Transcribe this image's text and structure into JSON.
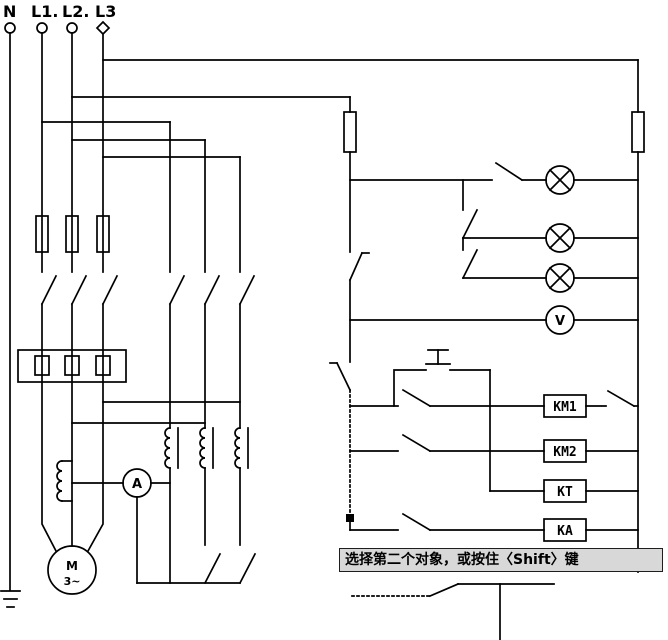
{
  "canvas": {
    "background": "#ffffff",
    "line_color": "#000000"
  },
  "terminals": {
    "labels": [
      "N",
      "L1.",
      "L2.",
      "L3"
    ]
  },
  "devices": {
    "ammeter_label": "A",
    "voltmeter_label": "V",
    "motor_label": "M",
    "motor_phase_label": "3~",
    "coil_labels": [
      "KM1",
      "KM2",
      "KT",
      "KA"
    ]
  },
  "status_prompt": {
    "text": "选择第二个对象，或按住〈Shift〉键",
    "background": "#d8d8d8",
    "border_color": "#1e1e1e"
  }
}
